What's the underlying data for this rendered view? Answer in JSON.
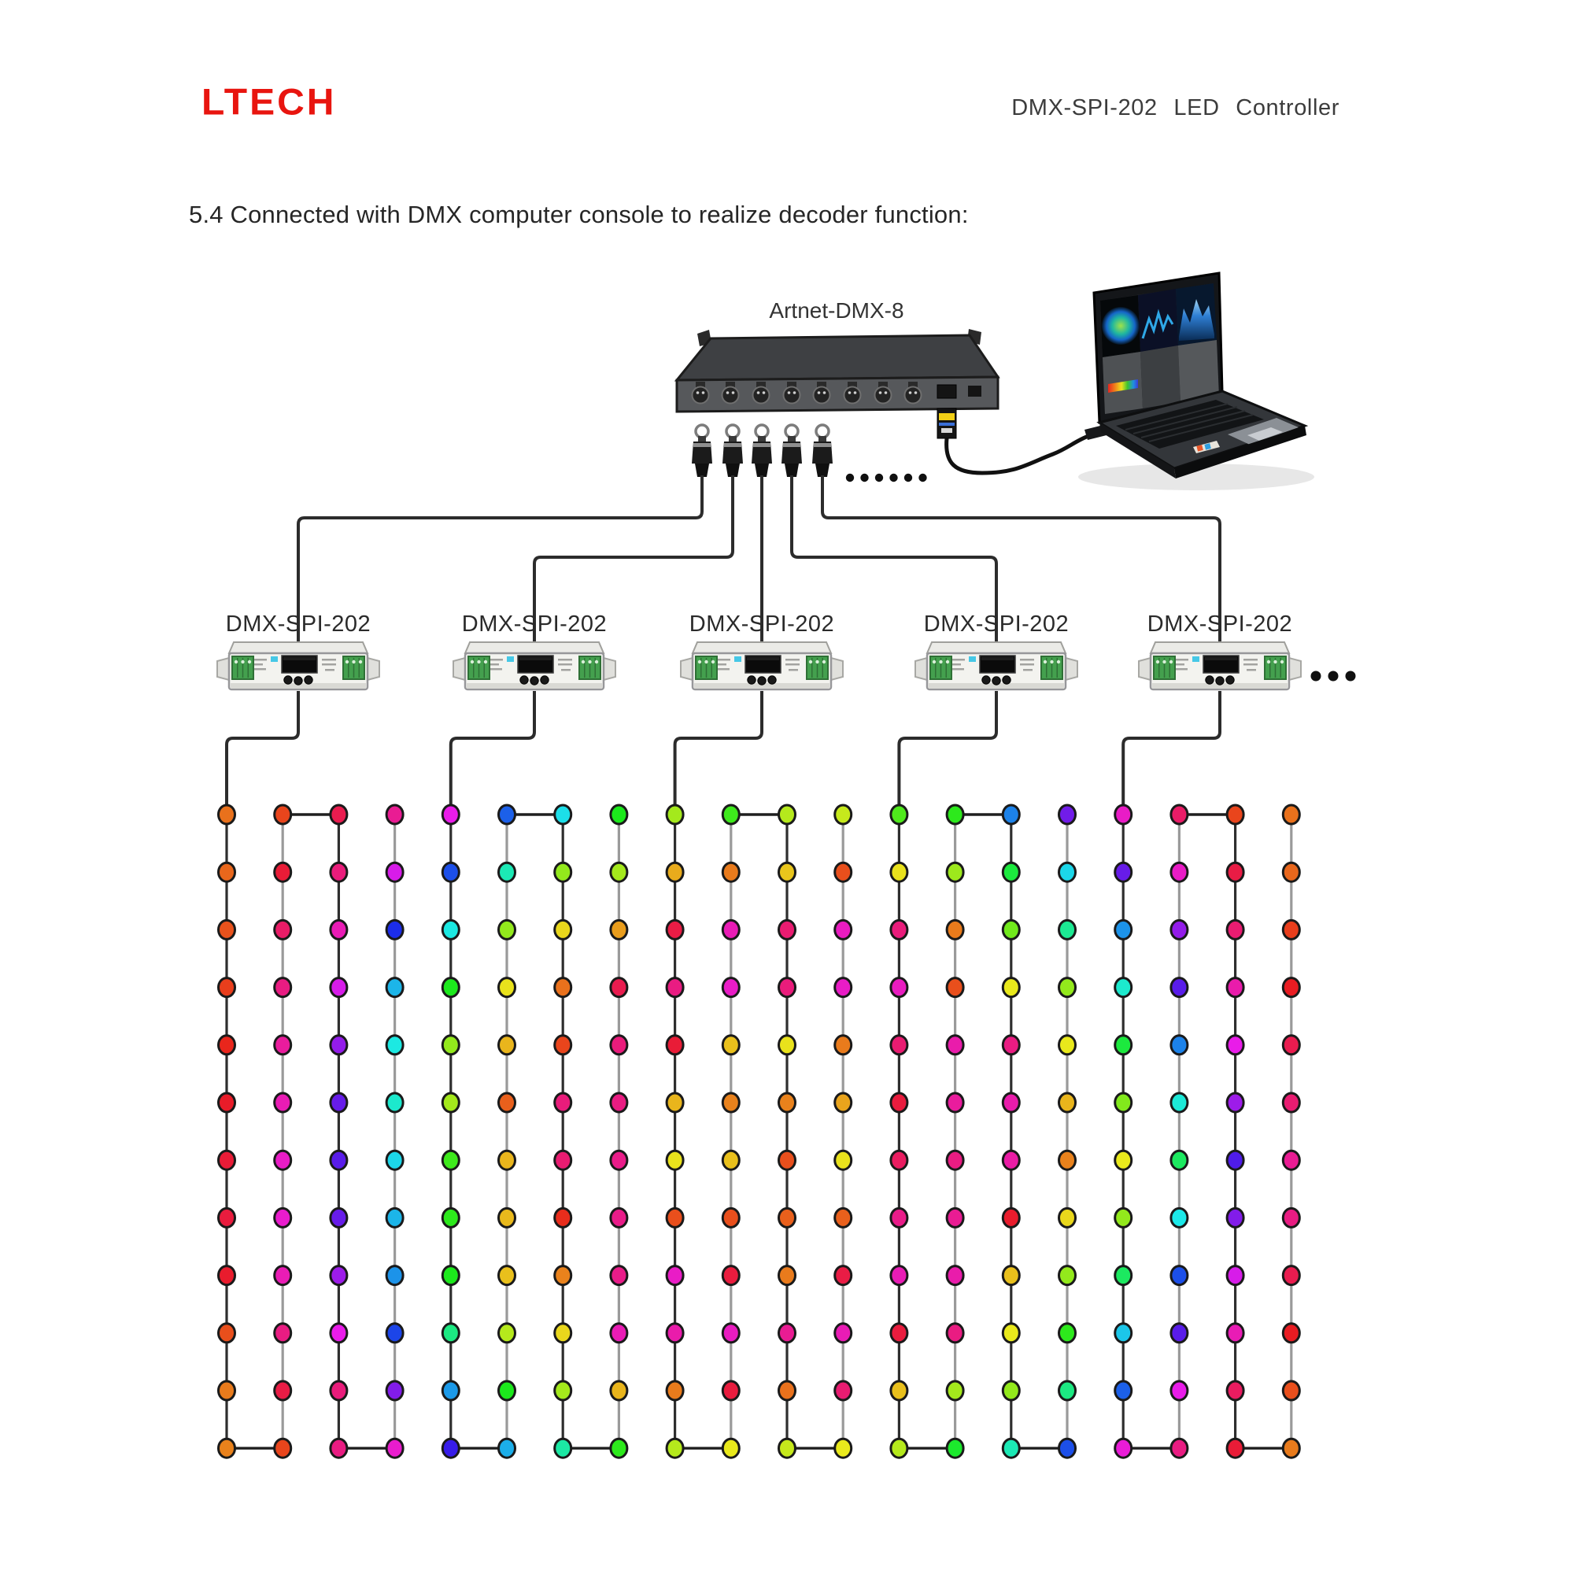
{
  "page": {
    "background": "#ffffff"
  },
  "header": {
    "logo_text": "LTECH",
    "logo_color": "#e8150f",
    "product_title": "DMX-SPI-202 LED Controller"
  },
  "section": {
    "heading": "5.4 Connected with DMX computer console to realize decoder function:"
  },
  "diagram": {
    "artnet": {
      "label": "Artnet-DMX-8",
      "output_ports": 8,
      "connected_plugs": 5,
      "more_outputs_ellipsis": "......"
    },
    "laptop": {
      "description": "laptop-running-dmx-software"
    },
    "controllers": {
      "label": "DMX-SPI-202",
      "count": 5,
      "more_controllers_ellipsis": "..."
    },
    "wire_color": "#2c2c2c",
    "led_grid": {
      "rows": 12,
      "cols": 20,
      "columns_per_controller": 4,
      "dot_border_color": "#1a1a1a",
      "dot_saturation": 82,
      "dot_lightness": 51,
      "dot_hues": [
        [
          25,
          12,
          345,
          325,
          300,
          220,
          183,
          120,
          80,
          110,
          75,
          70,
          105,
          115,
          210,
          265,
          310,
          338,
          12,
          25
        ],
        [
          22,
          352,
          332,
          295,
          225,
          165,
          85,
          80,
          42,
          28,
          50,
          15,
          58,
          82,
          130,
          185,
          262,
          310,
          348,
          22
        ],
        [
          16,
          338,
          315,
          235,
          178,
          85,
          55,
          38,
          348,
          315,
          335,
          312,
          332,
          28,
          95,
          155,
          205,
          275,
          335,
          10
        ],
        [
          10,
          330,
          295,
          195,
          120,
          58,
          25,
          345,
          330,
          310,
          332,
          310,
          312,
          15,
          60,
          85,
          172,
          258,
          318,
          358
        ],
        [
          3,
          322,
          275,
          178,
          85,
          45,
          12,
          332,
          352,
          48,
          58,
          28,
          335,
          318,
          330,
          60,
          130,
          210,
          300,
          345
        ],
        [
          356,
          315,
          262,
          172,
          80,
          20,
          332,
          330,
          45,
          30,
          30,
          40,
          350,
          322,
          318,
          45,
          90,
          175,
          278,
          335
        ],
        [
          352,
          310,
          258,
          185,
          110,
          45,
          335,
          328,
          58,
          48,
          15,
          58,
          340,
          330,
          320,
          30,
          60,
          140,
          255,
          325
        ],
        [
          350,
          308,
          262,
          195,
          115,
          46,
          5,
          328,
          15,
          15,
          20,
          20,
          328,
          325,
          355,
          55,
          85,
          180,
          270,
          330
        ],
        [
          355,
          315,
          278,
          205,
          120,
          48,
          30,
          328,
          310,
          350,
          28,
          348,
          315,
          318,
          48,
          85,
          140,
          225,
          295,
          345
        ],
        [
          15,
          330,
          300,
          228,
          150,
          75,
          55,
          315,
          318,
          312,
          325,
          315,
          350,
          330,
          60,
          115,
          190,
          258,
          315,
          358
        ],
        [
          28,
          348,
          332,
          270,
          203,
          120,
          80,
          45,
          28,
          350,
          25,
          335,
          48,
          80,
          85,
          150,
          220,
          300,
          340,
          15
        ],
        [
          30,
          12,
          330,
          308,
          248,
          197,
          160,
          115,
          75,
          60,
          70,
          60,
          75,
          125,
          165,
          225,
          305,
          330,
          352,
          28
        ]
      ]
    }
  }
}
